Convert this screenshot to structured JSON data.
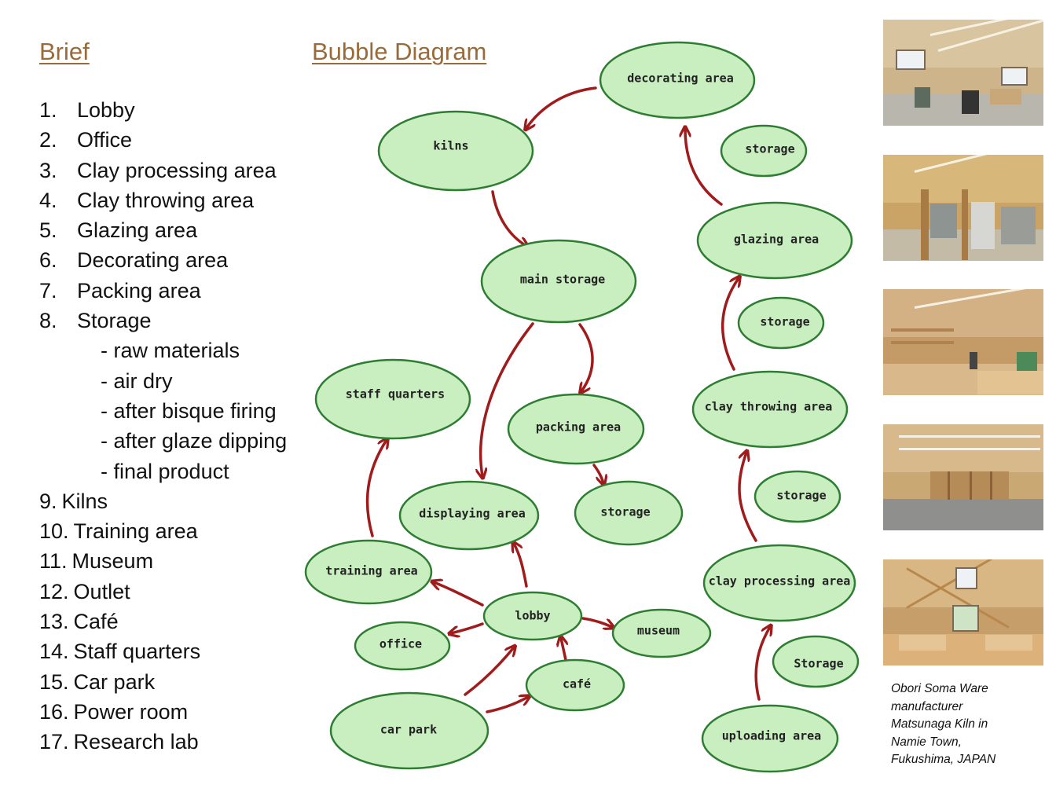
{
  "brief": {
    "heading": "Brief",
    "items": [
      {
        "num": "1.",
        "text": "Lobby"
      },
      {
        "num": "2.",
        "text": "Office"
      },
      {
        "num": "3.",
        "text": "Clay processing area"
      },
      {
        "num": "4.",
        "text": "Clay throwing area"
      },
      {
        "num": "5.",
        "text": "Glazing area"
      },
      {
        "num": "6.",
        "text": "Decorating area"
      },
      {
        "num": "7.",
        "text": "Packing area"
      },
      {
        "num": "8.",
        "text": "Storage"
      }
    ],
    "storage_subitems": [
      "- raw materials",
      "- air dry",
      "- after bisque firing",
      "- after glaze dipping",
      "- final product"
    ],
    "items_continued": [
      {
        "num": "9.",
        "text": "Kilns"
      },
      {
        "num": "10.",
        "text": "Training area"
      },
      {
        "num": "11.",
        "text": "Museum"
      },
      {
        "num": "12.",
        "text": "Outlet"
      },
      {
        "num": "13.",
        "text": "Café"
      },
      {
        "num": "14.",
        "text": "Staff quarters"
      },
      {
        "num": "15.",
        "text": "Car park"
      },
      {
        "num": "16.",
        "text": "Power room"
      },
      {
        "num": "17.",
        "text": "Research lab"
      }
    ]
  },
  "diagram": {
    "heading": "Bubble Diagram",
    "bubbles": {
      "decorating": "decorating area",
      "kilns": "kilns",
      "storage_top": "storage",
      "glazing": "glazing area",
      "main_storage": "main storage",
      "storage_mid": "storage",
      "staff": "staff quarters",
      "packing": "packing area",
      "throwing": "clay throwing area",
      "displaying": "displaying area",
      "storage_pack": "storage",
      "storage_throw": "storage",
      "training": "training area",
      "processing": "clay processing area",
      "lobby": "lobby",
      "museum": "museum",
      "office": "office",
      "storage_proc": "Storage",
      "cafe": "café",
      "carpark": "car park",
      "uploading": "uploading area"
    }
  },
  "colors": {
    "heading": "#9a6b3a",
    "bubble_fill": "#c9efc0",
    "bubble_stroke": "#2e7d32",
    "arrow": "#a01b1b"
  },
  "caption": {
    "lines": [
      "Obori Soma Ware",
      "manufacturer",
      "Matsunaga Kiln in",
      "Namie Town,",
      "Fukushima, JAPAN"
    ]
  }
}
